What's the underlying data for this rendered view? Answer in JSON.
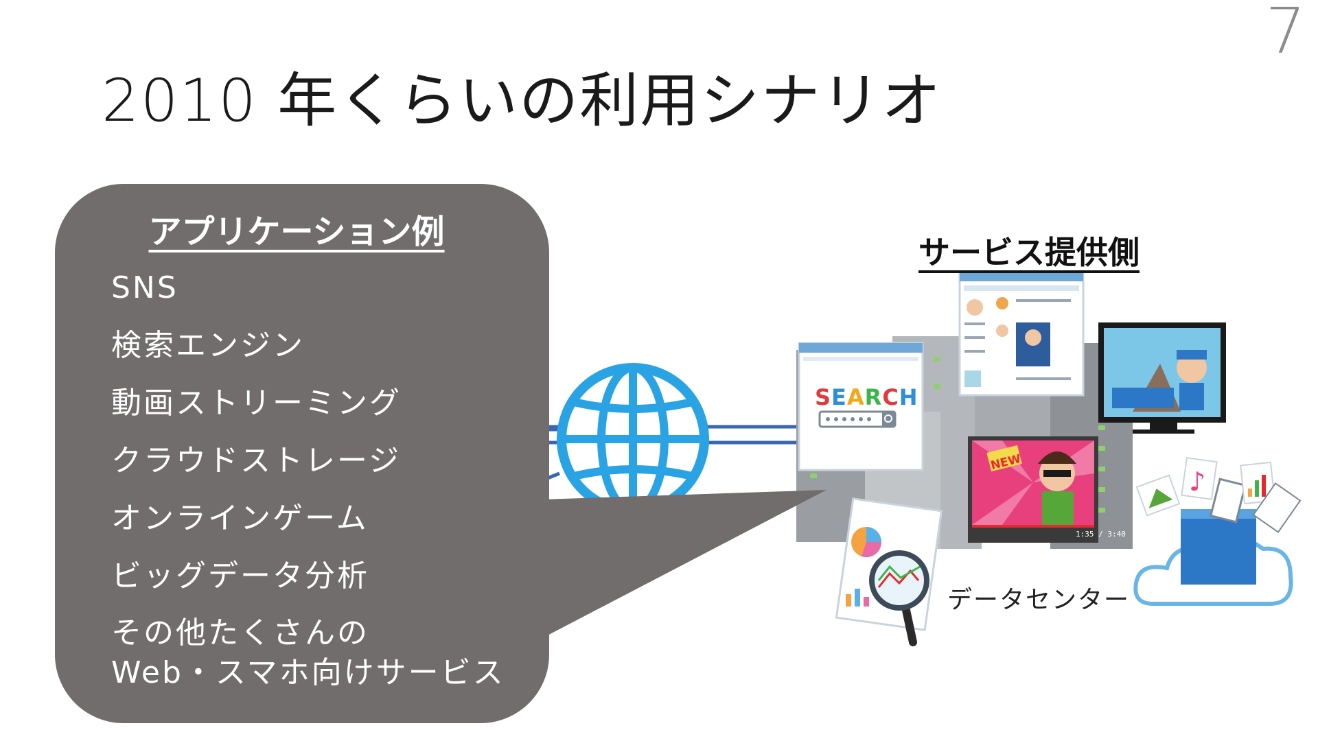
{
  "slide": {
    "page_number": "7",
    "title": "2010 年くらいの利用シナリオ"
  },
  "applications": {
    "heading": "アプリケーション例",
    "items": [
      "SNS",
      "検索エンジン",
      "動画ストリーミング",
      "クラウドストレージ",
      "オンラインゲーム",
      "ビッグデータ分析",
      "その他たくさんの",
      "Web・スマホ向けサービス"
    ]
  },
  "provider": {
    "heading": "サービス提供側",
    "datacenter_label": "データセンター",
    "search_badge": "SEARCH",
    "video_badge": "NEW",
    "video_time": "1:35 / 3:40"
  },
  "colors": {
    "panel": "#706d6c",
    "globe": "#29a3e3",
    "network_line": "#3a67b0",
    "search_letters": [
      "#e5383b",
      "#2d8fd5",
      "#f0a91c",
      "#3bb54a",
      "#e5383b",
      "#2d8fd5"
    ]
  },
  "icons": [
    "globe-icon",
    "server-rack-icon",
    "browser-window-icon",
    "monitor-icon",
    "magnifier-icon",
    "cloud-storage-icon",
    "music-note-icon",
    "film-icon",
    "photo-icon",
    "chart-document-icon"
  ]
}
